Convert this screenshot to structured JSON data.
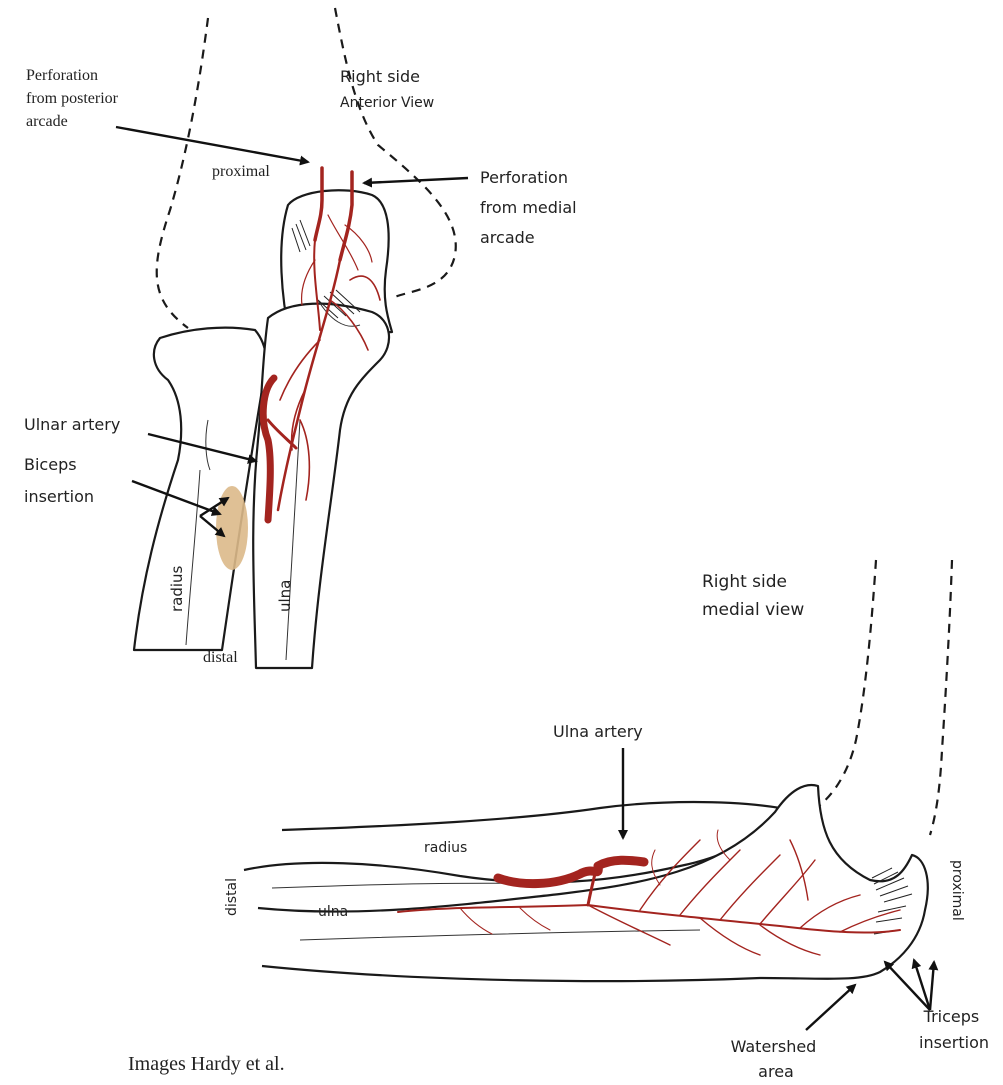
{
  "figure_a": {
    "title_line1": "Right side",
    "title_line2": "Anterior View",
    "labels": {
      "perforation_posterior": [
        "Perforation",
        "from posterior",
        "arcade"
      ],
      "proximal": "proximal",
      "perforation_medial": [
        "Perforation",
        "from medial",
        "arcade"
      ],
      "ulnar_artery": "Ulnar artery",
      "biceps_insertion": [
        "Biceps",
        "insertion"
      ],
      "radius": "radius",
      "ulna": "ulna",
      "distal": "distal"
    }
  },
  "figure_b": {
    "title_line1": "Right side",
    "title_line2": "medial view",
    "labels": {
      "ulna_artery": "Ulna artery",
      "radius": "radius",
      "ulna": "ulna",
      "distal": "distal",
      "proximal": "proximal",
      "watershed_area": [
        "Watershed",
        "area"
      ],
      "triceps_insertion": [
        "Triceps",
        "insertion"
      ]
    }
  },
  "credit": "Images Hardy et al.",
  "colors": {
    "artery": "#a3241f",
    "biceps_insertion": "#dcb98a",
    "outline": "#1a1a1a"
  }
}
